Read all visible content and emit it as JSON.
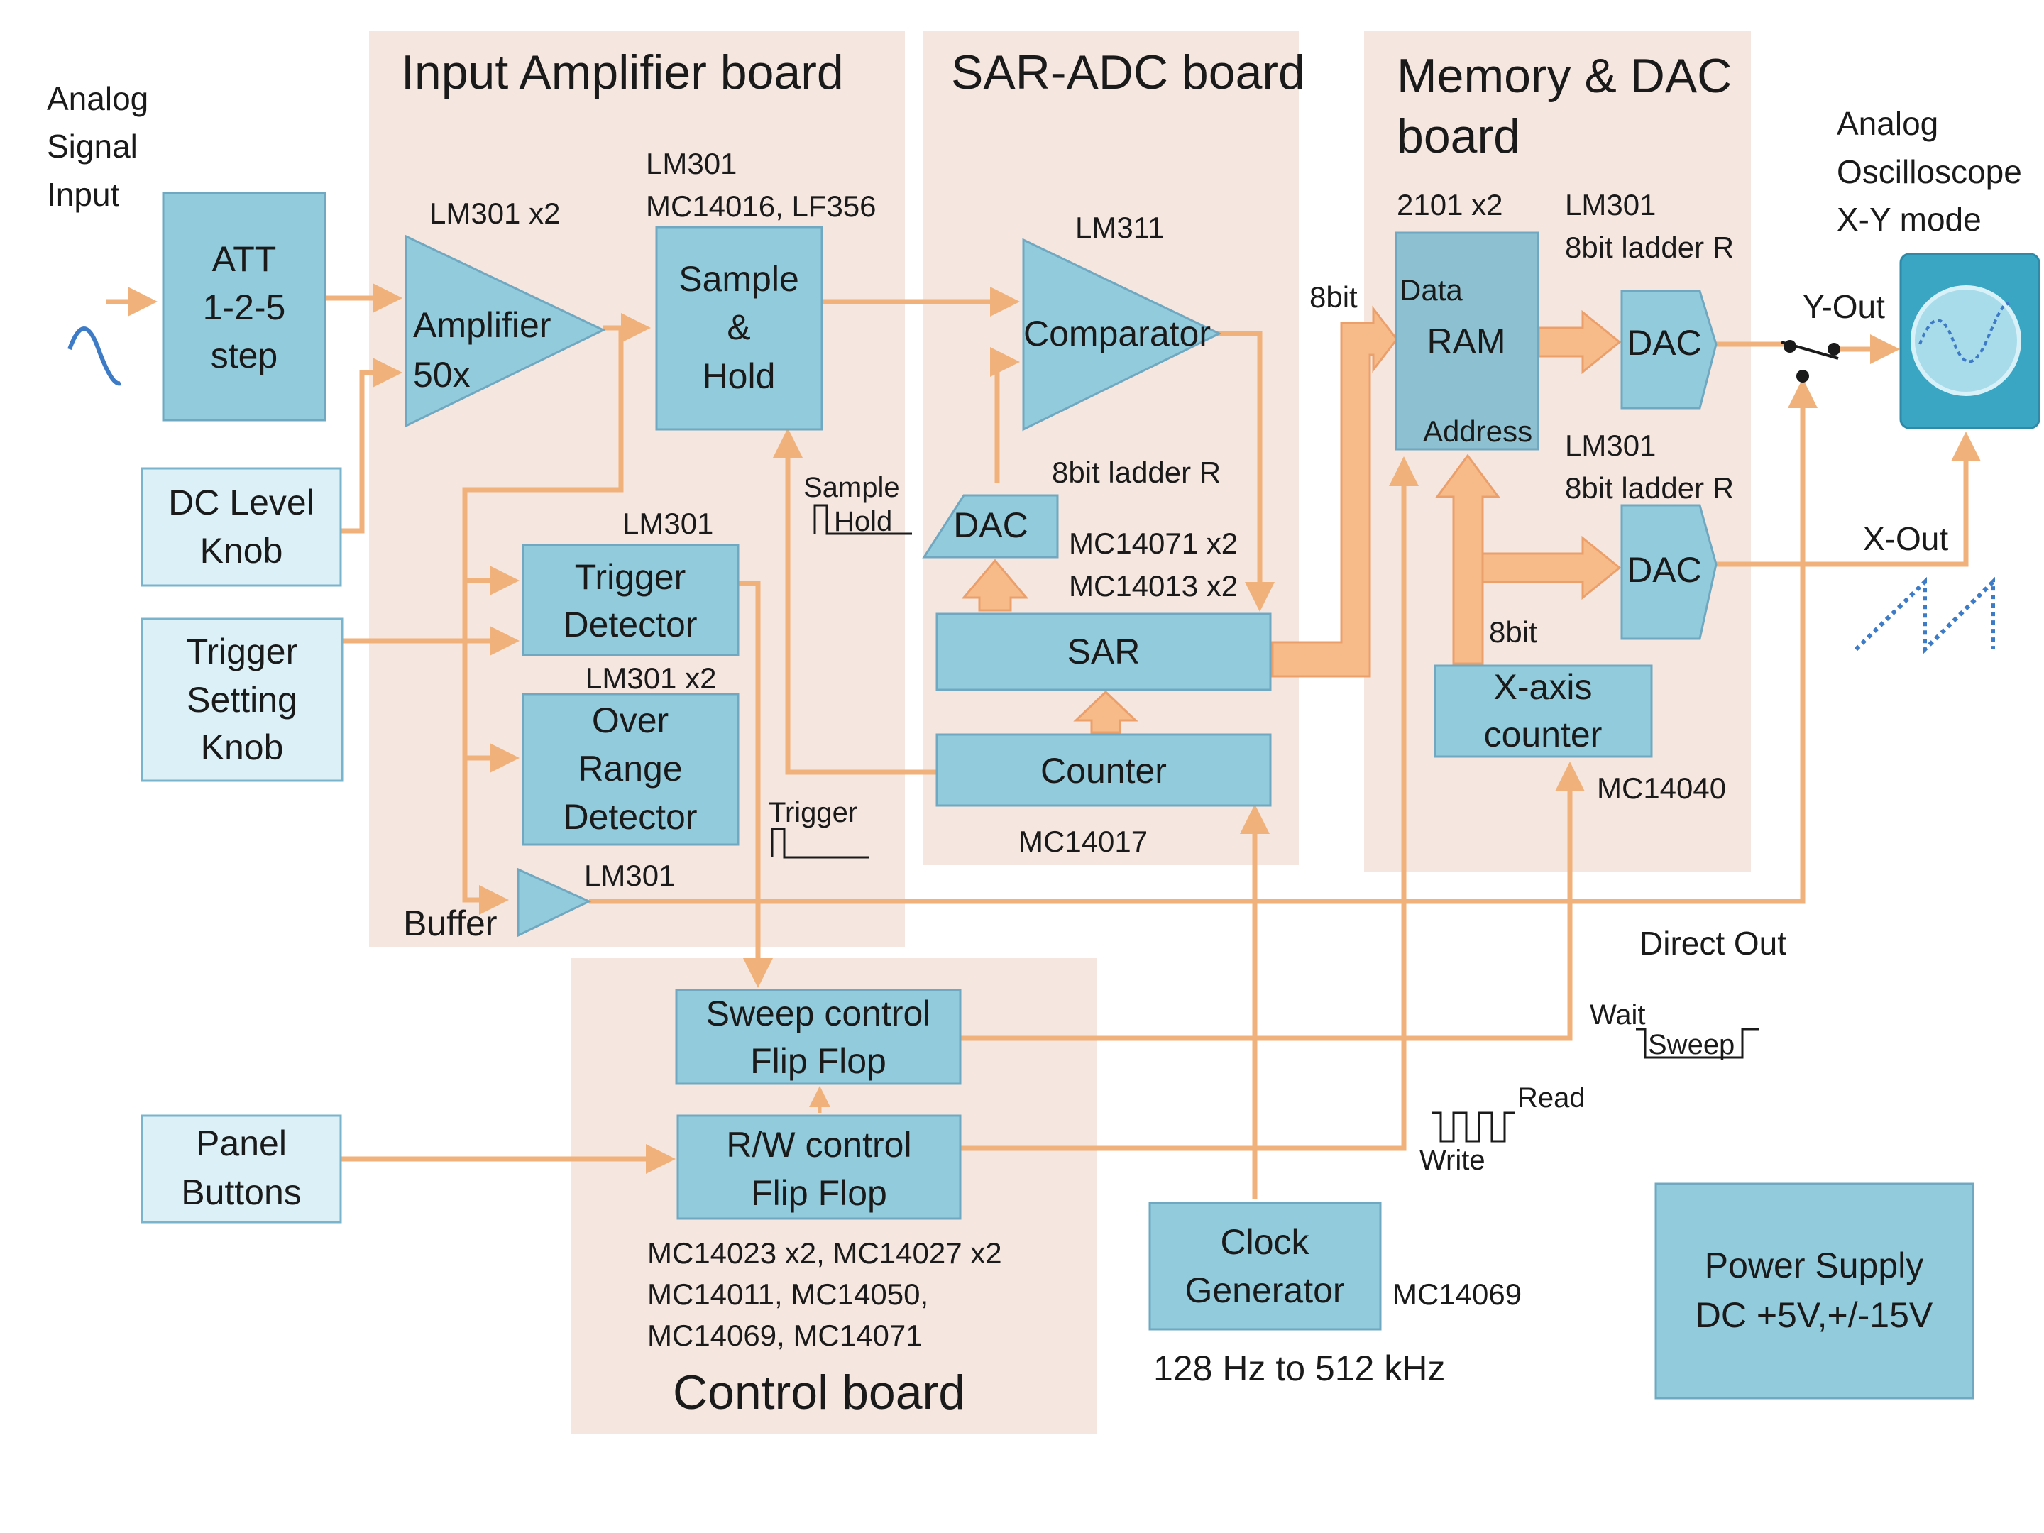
{
  "boards": {
    "input_amp": "Input Amplifier board",
    "sar_adc": "SAR-ADC board",
    "memory_dac_l1": "Memory & DAC",
    "memory_dac_l2": "board",
    "control": "Control board"
  },
  "blocks": {
    "att": [
      "ATT",
      "1-2-5",
      "step"
    ],
    "dc_level": [
      "DC Level",
      "Knob"
    ],
    "trigger_knob": [
      "Trigger",
      "Setting",
      "Knob"
    ],
    "panel_buttons": [
      "Panel",
      "Buttons"
    ],
    "amplifier": [
      "Amplifier",
      "50x"
    ],
    "sample_hold": [
      "Sample",
      "&",
      "Hold"
    ],
    "trigger_detector": [
      "Trigger",
      "Detector"
    ],
    "over_range": [
      "Over",
      "Range",
      "Detector"
    ],
    "buffer": "Buffer",
    "comparator": "Comparator",
    "dac_adc": "DAC",
    "sar": "SAR",
    "counter": "Counter",
    "ram": {
      "data": "Data",
      "name": "RAM",
      "address": "Address"
    },
    "dac_y": "DAC",
    "dac_x": "DAC",
    "x_counter": [
      "X-axis",
      "counter"
    ],
    "sweep_ff": [
      "Sweep control",
      "Flip Flop"
    ],
    "rw_ff": [
      "R/W control",
      "Flip Flop"
    ],
    "clock": [
      "Clock",
      "Generator"
    ],
    "power": [
      "Power Supply",
      "DC +5V,+/-15V"
    ]
  },
  "parts": {
    "amp": "LM301 x2",
    "sh_1": "LM301",
    "sh_2": "MC14016, LF356",
    "trig": "LM301",
    "over": "LM301 x2",
    "buf": "LM301",
    "comp": "LM311",
    "sar_1": "MC14071 x2",
    "sar_2": "MC14013 x2",
    "counter": "MC14017",
    "ram": "2101 x2",
    "dacy_1": "LM301",
    "dacy_2": "8bit ladder R",
    "dacx_1": "LM301",
    "dacx_2": "8bit ladder R",
    "dac_adc": "8bit ladder R",
    "xcounter": "MC14040",
    "control_1": "MC14023 x2, MC14027 x2",
    "control_2": "MC14011, MC14050,",
    "control_3": "MC14069, MC14071",
    "clock": "MC14069",
    "clock_freq": "128 Hz to 512 kHz"
  },
  "labels": {
    "input": [
      "Analog",
      "Signal",
      "Input"
    ],
    "scope": [
      "Analog",
      "Oscilloscope",
      "X-Y mode"
    ],
    "bit8_ram": "8bit",
    "bit8_addr": "8bit",
    "y_out": "Y-Out",
    "x_out": "X-Out",
    "direct_out": "Direct Out",
    "sample": "Sample",
    "hold": "Hold",
    "trigger": "Trigger",
    "wait": "Wait",
    "sweep": "Sweep",
    "read": "Read",
    "write": "Write"
  },
  "colors": {
    "block": "#92cbdc",
    "block_light": "#dcf0f7",
    "board_bg": "#f5e6e0",
    "wire": "#f0b27a",
    "scope": "#3aa6c4"
  }
}
